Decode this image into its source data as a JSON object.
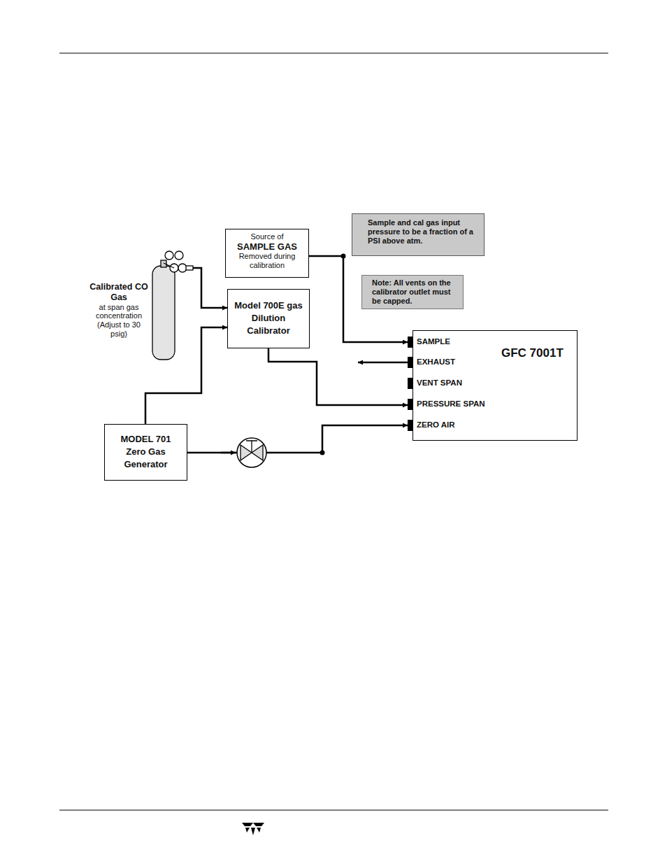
{
  "diagram": {
    "nodes": [
      {
        "text": [
          "Source of",
          "SAMPLE GAS",
          "Removed during calibration"
        ]
      },
      {
        "text": [
          "Sample and cal gas input pressure to be a fraction of a PSI above atm."
        ]
      },
      {
        "text": [
          "Note: All vents on the calibrator outlet must be capped."
        ]
      },
      {
        "text": [
          "Calibrated CO Gas",
          "at span gas concentration (Adjust to 30 psig)"
        ]
      },
      {
        "text": [
          "Model 700E gas Dilution Calibrator"
        ]
      },
      {
        "text": [
          "GFC 7001T"
        ]
      },
      {
        "text": [
          "MODEL 701 Zero Gas Generator"
        ]
      }
    ],
    "edges": [
      {
        "from": 0,
        "to": 5,
        "arrow": "to"
      },
      {
        "from": 3,
        "to": 4,
        "arrow": "to"
      },
      {
        "from": 6,
        "to": 4,
        "arrow": "to"
      },
      {
        "from": 4,
        "to": 5,
        "arrow": "to"
      },
      {
        "from": 6,
        "to": 5,
        "arrow": "to"
      }
    ],
    "labels": [
      "SAMPLE",
      "EXHAUST",
      "VENT SPAN",
      "PRESSURE SPAN",
      "ZERO AIR"
    ]
  }
}
